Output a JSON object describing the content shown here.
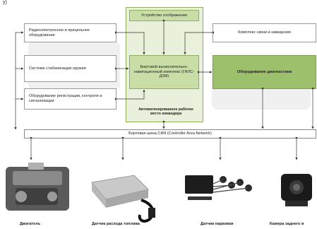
{
  "partial_title": "у)",
  "boxes": {
    "display": "Устройство отображения",
    "radio": "Радиоэлектронное и прицельное оборудование",
    "comm": "Комплекс связи и наведения",
    "stab": "Система стабилизации оружия",
    "computer": "Бортовой вычислительно-навигационный комплекс (ГАЛС-ДЗМ)",
    "diag": "Оборудование диагностики",
    "reg": "Оборудование регистрации, контроля и сигнализации"
  },
  "workstation_label": "Автоматизированное рабочее место командира",
  "bus_label": "Бортовая шина CAN (Controller Area Network)",
  "devices": [
    "Двигатель",
    "Датчик расхода топлива",
    "Датчик парковки",
    "Камера заднего в"
  ],
  "colors": {
    "panel": "#e9f1dc",
    "box_green": "#c9dda7",
    "box_green_dark": "#9cc06b",
    "line": "#333333"
  }
}
